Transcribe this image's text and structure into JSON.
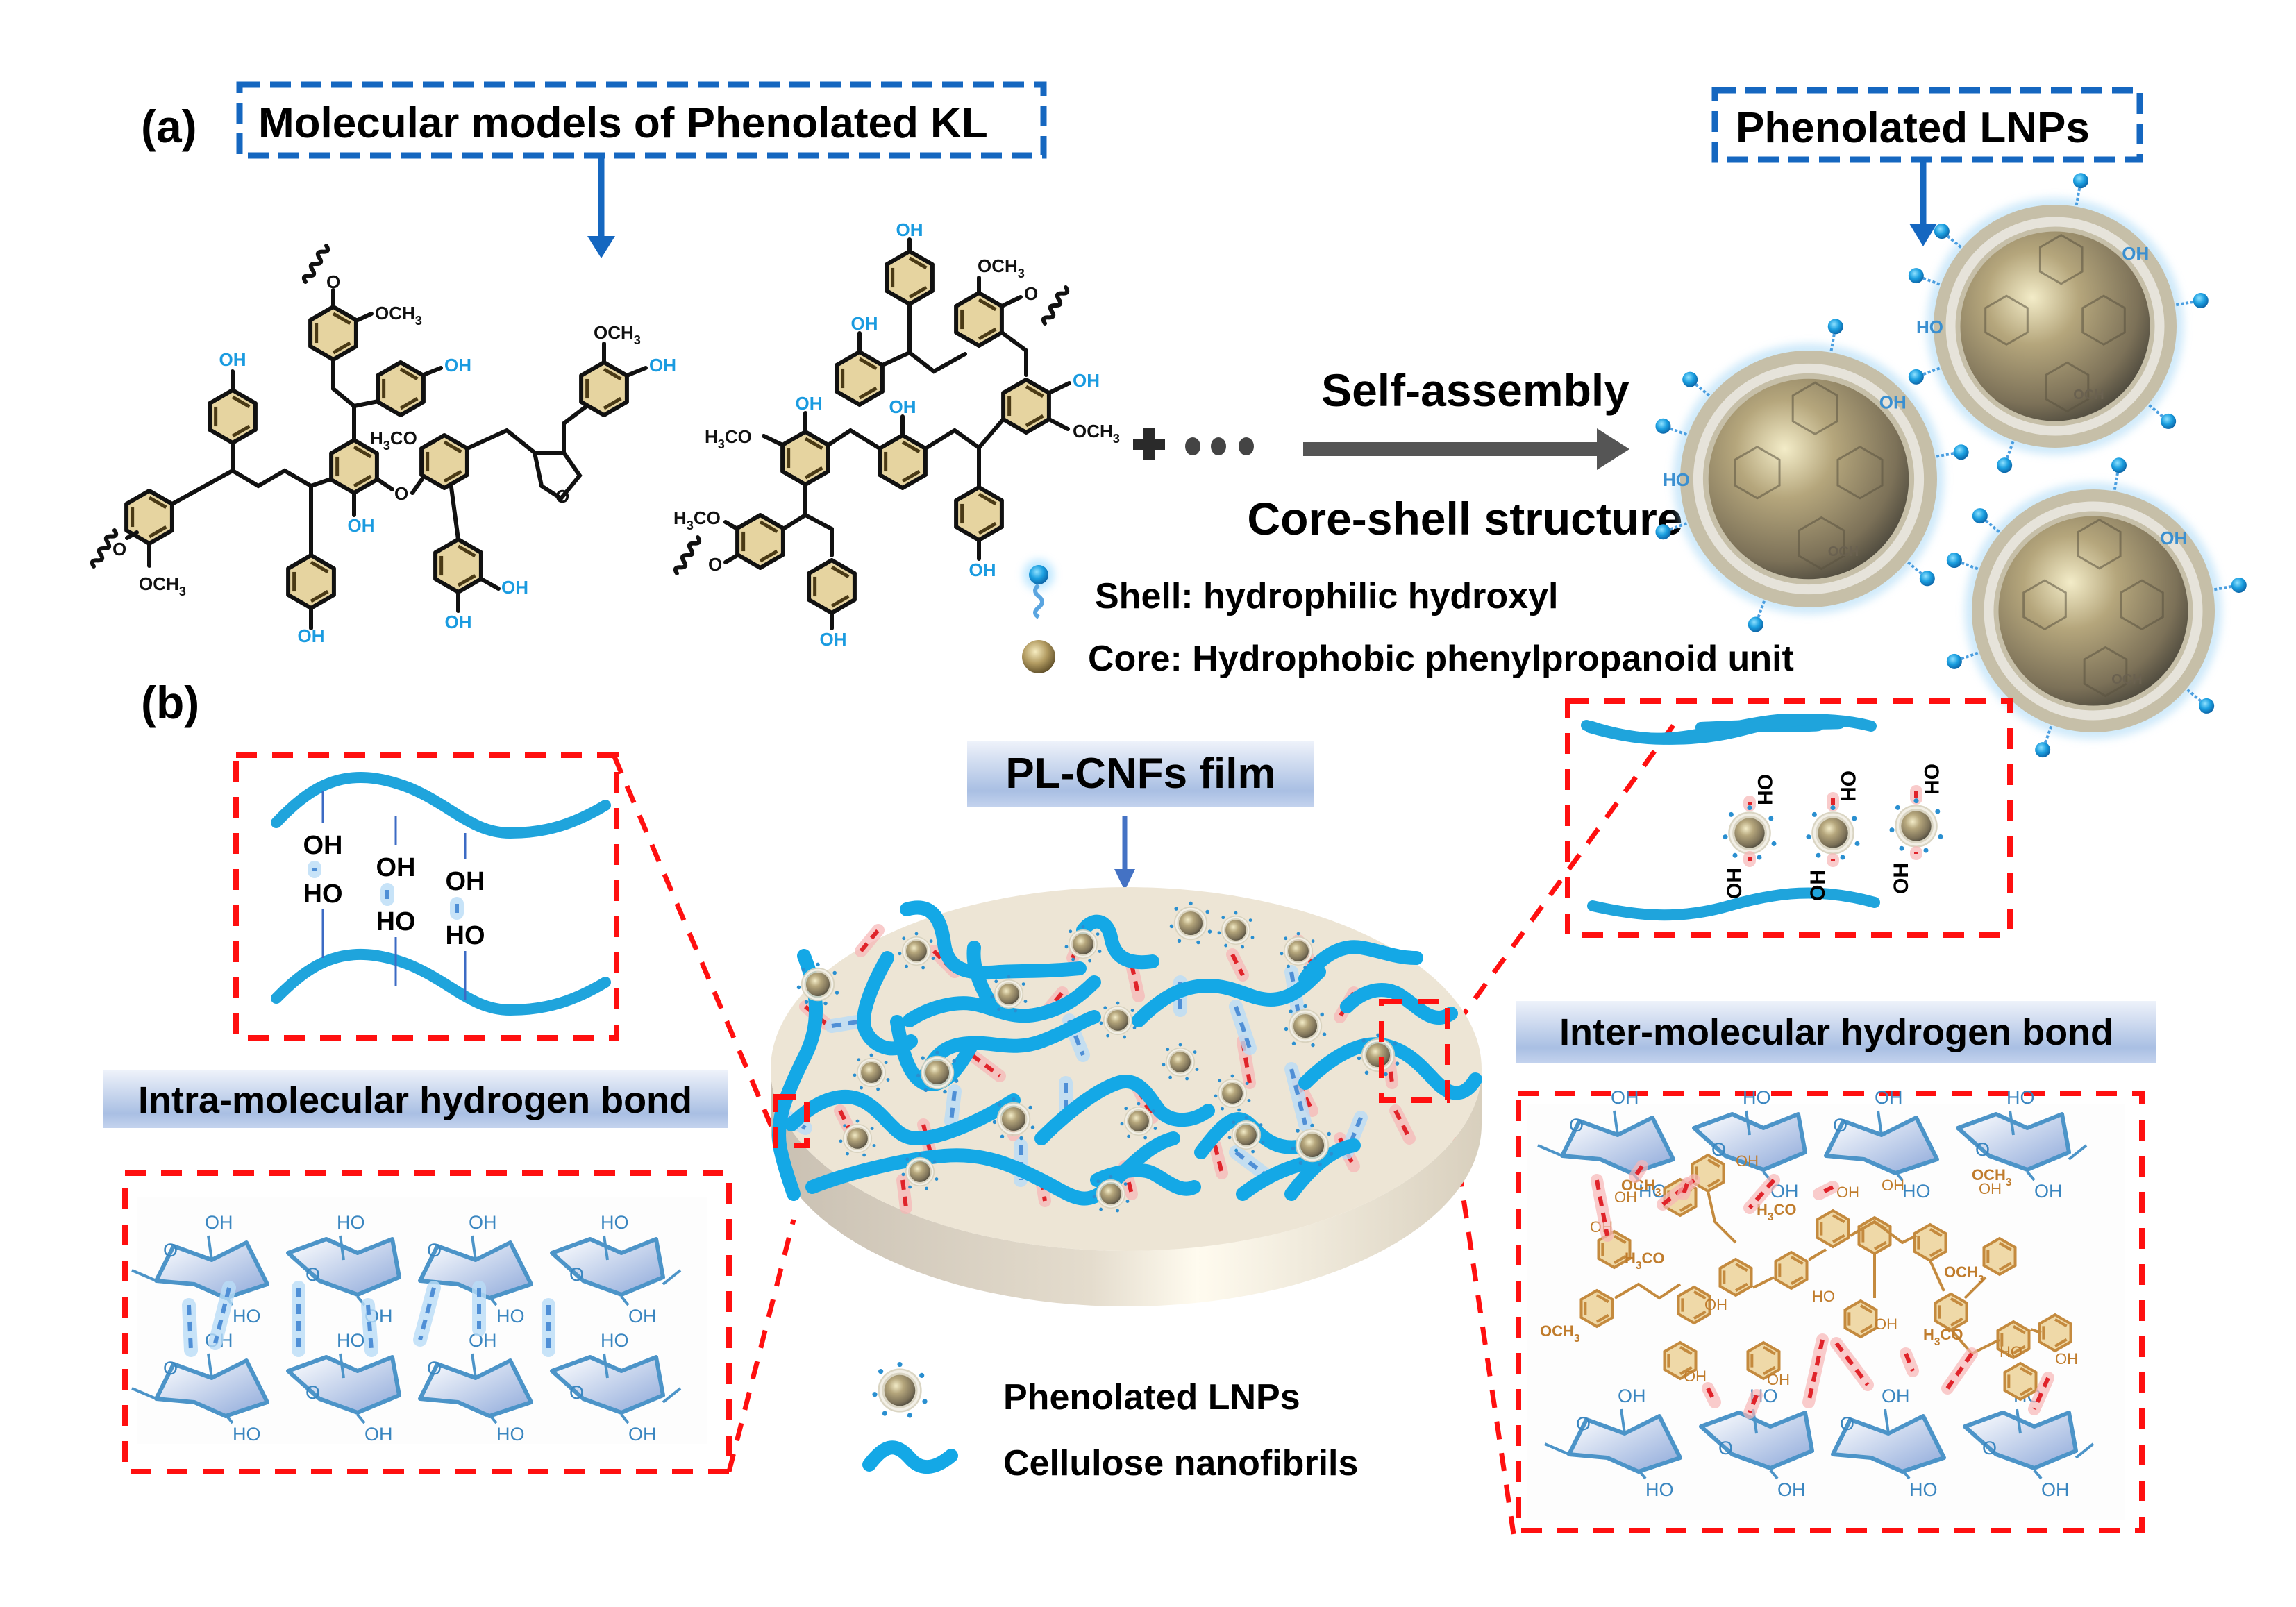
{
  "panel_a": {
    "label": "(a)",
    "kl_box_title": "Molecular models of Phenolated KL",
    "lnp_box_title": "Phenolated LNPs",
    "process_top": "Self-assembly",
    "process_bottom": "Core-shell structure",
    "legend": {
      "shell": "Shell: hydrophilic hydroxyl",
      "core": "Core: Hydrophobic phenylpropanoid unit"
    },
    "chem_labels": {
      "oh": "OH",
      "ho": "HO",
      "och3": "OCH",
      "h3co": "H",
      "h3co_rest": "CO",
      "sub3": "3",
      "o": "O"
    },
    "colors": {
      "box_blue": "#1567c0",
      "ring_fill": "#e6d4a0",
      "hydroxyl_blue": "#1a9be0",
      "arrow_gray": "#555555"
    }
  },
  "panel_b": {
    "label": "(b)",
    "film_label": "PL-CNFs film",
    "intra_label": "Intra-molecular hydrogen bond",
    "inter_label": "Inter-molecular hydrogen bond",
    "schematic_oh": "OH",
    "schematic_ho": "HO",
    "legend": {
      "lnps": "Phenolated LNPs",
      "cnf": "Cellulose nanofibrils"
    },
    "colors": {
      "cnf_blue": "#14a8e6",
      "hbond_red": "#e0232a",
      "hbond_blue": "#4f8fd6",
      "zoom_box_red": "#ff1010",
      "film_surface": "#ede5d5",
      "label_bg_top": "#eef2fa",
      "label_bg_bottom": "#a9bfe3"
    }
  }
}
